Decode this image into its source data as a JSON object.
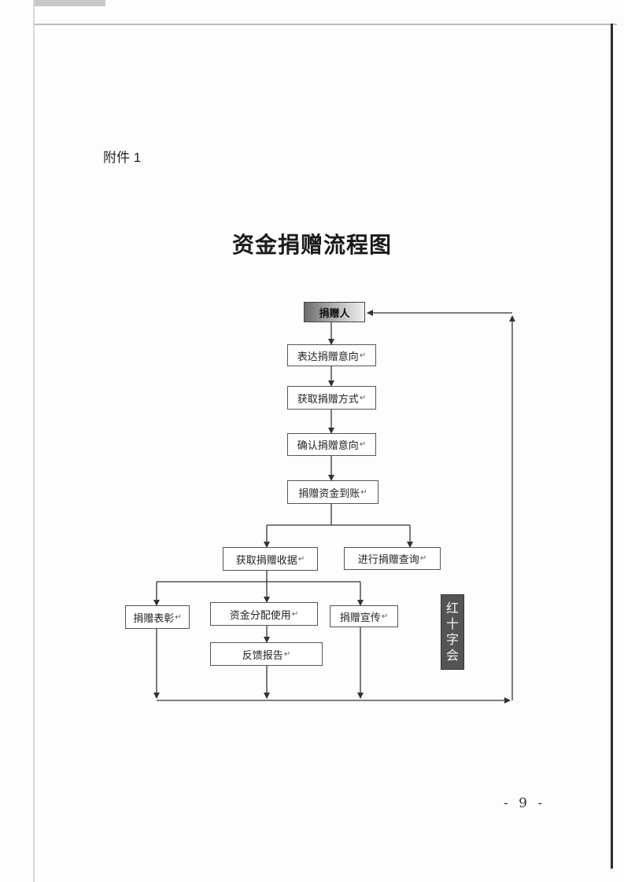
{
  "document": {
    "attachment_label": "附件 1",
    "title": "资金捐赠流程图",
    "page_number": "- 9 -"
  },
  "flowchart": {
    "donor": "捐赠人",
    "express_intent": "表达捐赠意向",
    "get_method": "获取捐赠方式",
    "confirm_intent": "确认捐赠意向",
    "funds_received": "捐赠资金到账",
    "get_receipt": "获取捐赠收据",
    "query_donation": "进行捐赠查询",
    "commendation": "捐赠表彰",
    "fund_usage": "资金分配使用",
    "publicity": "捐赠宣传",
    "feedback_report": "反馈报告",
    "organization": "红十字会",
    "return_mark": "↵"
  }
}
